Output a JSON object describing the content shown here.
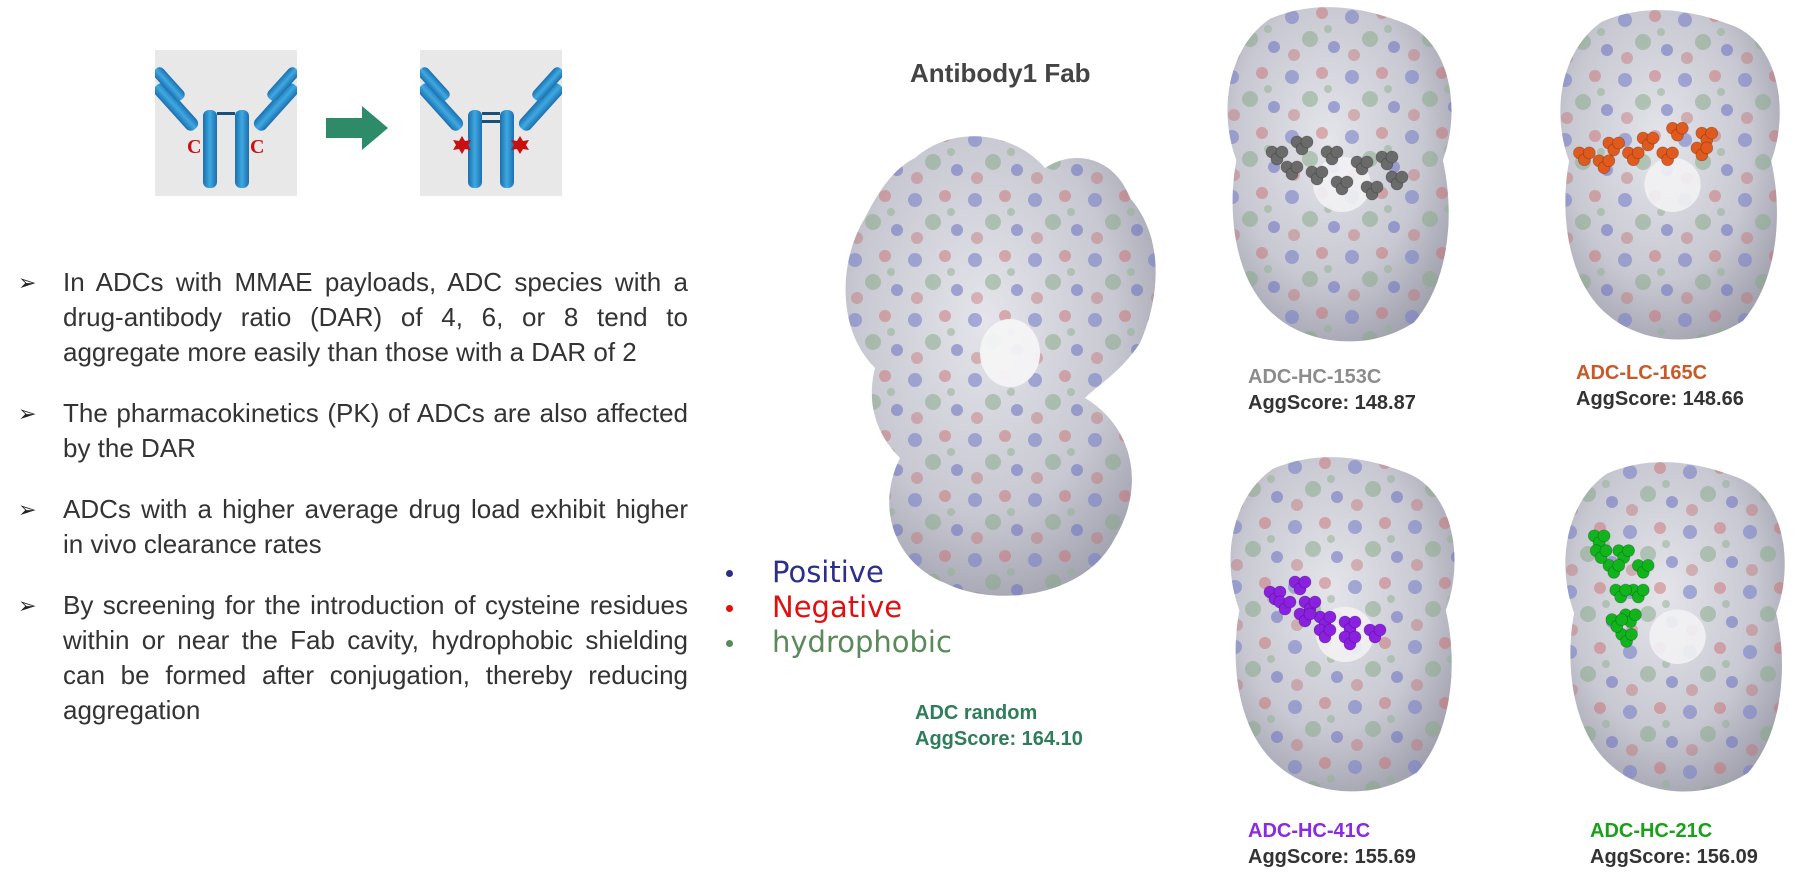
{
  "icons": {
    "antibody_before_label_left": "C",
    "antibody_before_label_right": "C",
    "antibody_icon": "antibody-icon",
    "arrow_icon": "right-arrow-icon",
    "conjugated_icon": "antibody-drug-conjugate-icon"
  },
  "bullets": [
    "In ADCs with MMAE payloads, ADC species with a drug-antibody ratio (DAR) of 4, 6, or 8 tend to aggregate more easily than those with a DAR of 2",
    "The pharmacokinetics (PK) of ADCs are also affected by the DAR",
    "ADCs with a higher average drug load exhibit higher in vivo clearance rates",
    "By screening for the introduction of cysteine residues within or near the Fab cavity, hydrophobic shielding can be formed after conjugation, thereby reducing aggregation"
  ],
  "bullet_marker": "➢",
  "main_structure": {
    "title": "Antibody1 Fab",
    "name": "ADC random",
    "score": "AggScore: 164.10",
    "color": "#2e7d5b"
  },
  "legend": [
    {
      "label": "Positive",
      "color": "#2b2e8c"
    },
    {
      "label": "Negative",
      "color": "#e01010"
    },
    {
      "label": "hydrophobic",
      "color": "#5a8a5a"
    }
  ],
  "variants": [
    {
      "name": "ADC-HC-153C",
      "score": "AggScore: 148.87",
      "color": "#8c8c8c",
      "ligand_color": "#6a6a6a"
    },
    {
      "name": "ADC-LC-165C",
      "score": "AggScore: 148.66",
      "color": "#c85a2a",
      "ligand_color": "#e05a1e"
    },
    {
      "name": "ADC-HC-41C",
      "score": "AggScore: 155.69",
      "color": "#8a2be2",
      "ligand_color": "#8a20e0"
    },
    {
      "name": "ADC-HC-21C",
      "score": "AggScore: 156.09",
      "color": "#1aa01a",
      "ligand_color": "#12b41e"
    }
  ]
}
